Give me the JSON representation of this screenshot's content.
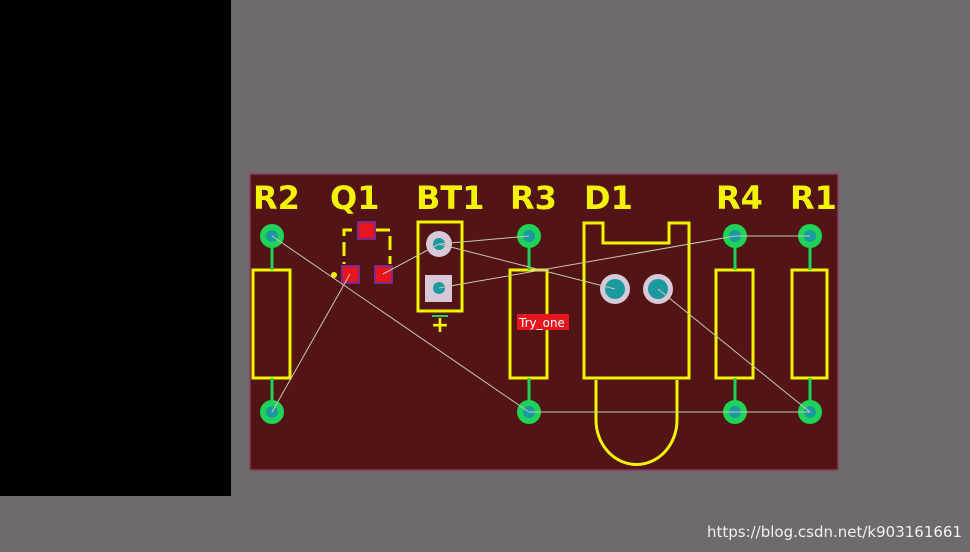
{
  "colors": {
    "workspace": "#6f6b6a",
    "panel": "#000000",
    "board": "#521414",
    "silkscreen": "#f4f400",
    "pad_ring": "#1fd35a",
    "pad_hole": "#1a9aa0",
    "smd_pad": "#e8141e",
    "ratsnest": "#c8c8b4",
    "label_bg": "#e8141e"
  },
  "components": [
    {
      "designator": "R2"
    },
    {
      "designator": "Q1"
    },
    {
      "designator": "BT1"
    },
    {
      "designator": "R3"
    },
    {
      "designator": "D1"
    },
    {
      "designator": "R4"
    },
    {
      "designator": "R1"
    }
  ],
  "battery_polarity": "+",
  "net_label": "Try_one",
  "watermark": "https://blog.csdn.net/k903161661"
}
